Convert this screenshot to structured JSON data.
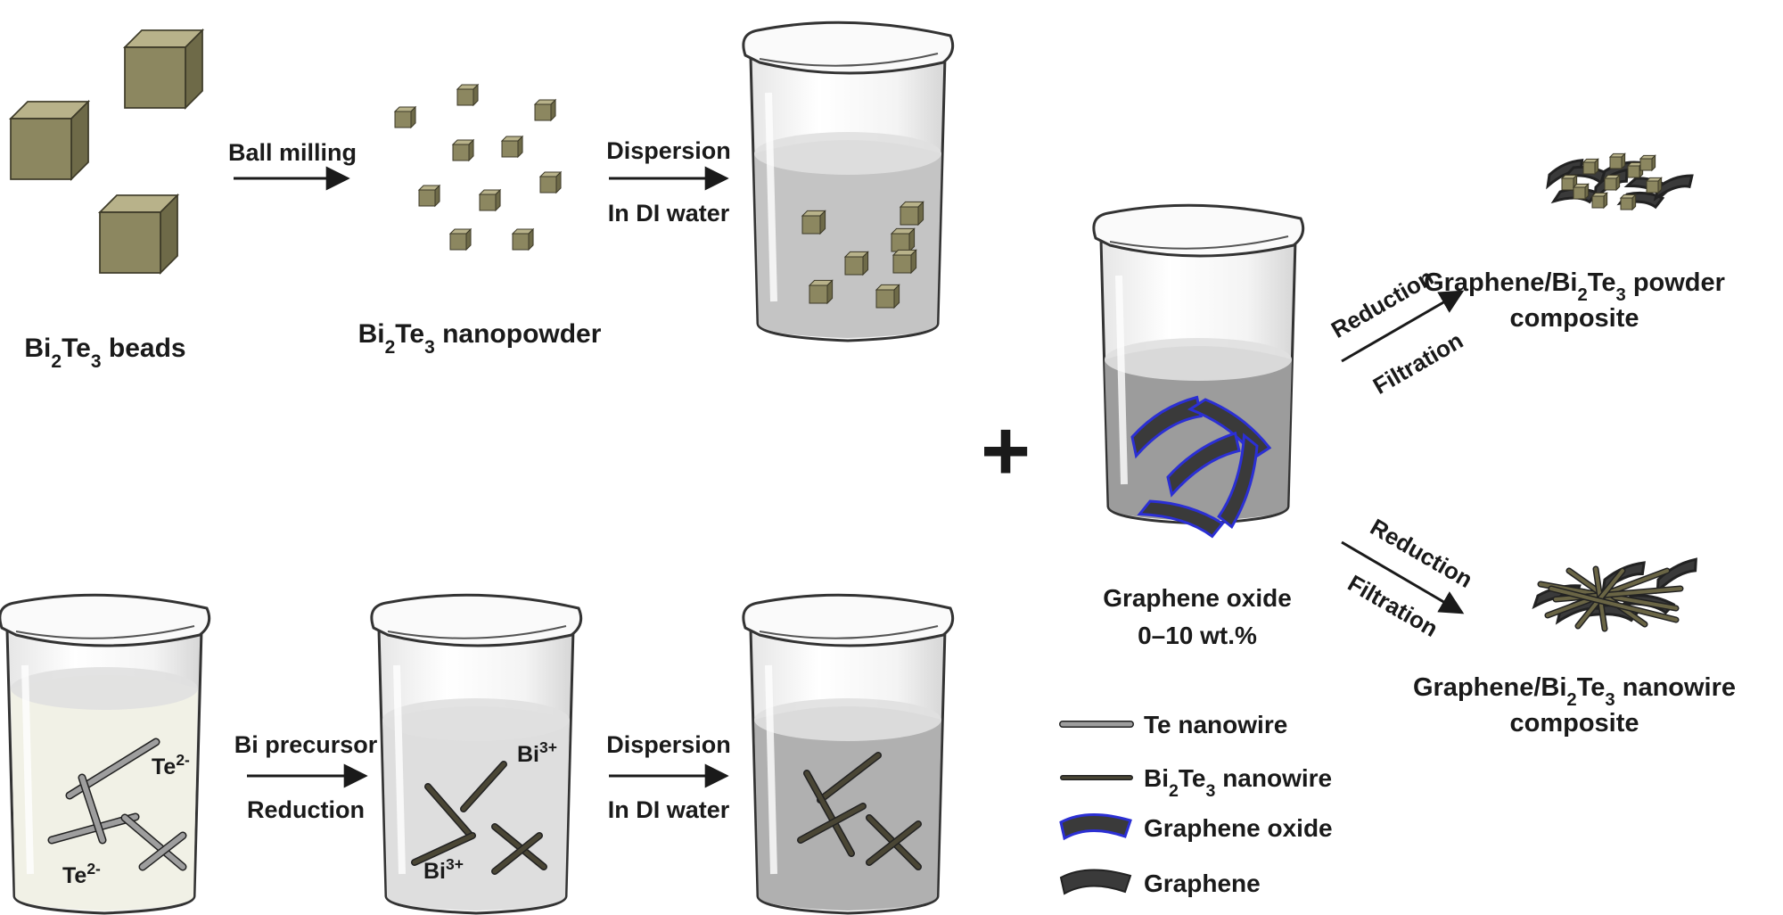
{
  "colors": {
    "cube_front": "#8c8760",
    "cube_top": "#b8b28a",
    "cube_side": "#6e6a48",
    "graphene_oxide_edge": "#2b2fd4",
    "graphene": "#3a3a3a",
    "te_nanowire": "#9e9e9e",
    "bi2te3_nanowire": "#4a4635"
  },
  "labels": {
    "beads": {
      "pre": "Bi",
      "sub1": "2",
      "mid": "Te",
      "sub2": "3",
      "post": " beads"
    },
    "nanopowder": {
      "pre": "Bi",
      "sub1": "2",
      "mid": "Te",
      "sub2": "3",
      "post": " nanopowder"
    },
    "ball_milling": "Ball milling",
    "dispersion_top": "Dispersion",
    "di_water_top": "In DI water",
    "bi_precursor": "Bi precursor",
    "reduction_bottom": "Reduction",
    "dispersion_bottom": "Dispersion",
    "di_water_bottom": "In DI water",
    "plus": "+",
    "graphene_oxide_line1": "Graphene oxide",
    "graphene_oxide_line2": "0–10 wt.%",
    "reduction_upper": "Reduction",
    "filtration_upper": "Filtration",
    "reduction_lower": "Reduction",
    "filtration_lower": "Filtration",
    "powder_composite_line1": {
      "pre": "Graphene/Bi",
      "sub1": "2",
      "mid": "Te",
      "sub2": "3",
      "post": " powder"
    },
    "powder_composite_line2": "composite",
    "nanowire_composite_line1": {
      "pre": "Graphene/Bi",
      "sub1": "2",
      "mid": "Te",
      "sub2": "3",
      "post": " nanowire"
    },
    "nanowire_composite_line2": "composite",
    "te_ion_1": {
      "base": "Te",
      "sup": "2-"
    },
    "te_ion_2": {
      "base": "Te",
      "sup": "2-"
    },
    "bi_ion_1": {
      "base": "Bi",
      "sup": "3+"
    },
    "bi_ion_2": {
      "base": "Bi",
      "sup": "3+"
    }
  },
  "legend": [
    {
      "type": "te-nanowire",
      "label": {
        "pre": "Te nanowire"
      }
    },
    {
      "type": "bi2te3-nanowire",
      "label": {
        "pre": "Bi",
        "sub1": "2",
        "mid": "Te",
        "sub2": "3",
        "post": " nanowire"
      }
    },
    {
      "type": "graphene-oxide",
      "label": {
        "pre": "Graphene oxide"
      }
    },
    {
      "type": "graphene",
      "label": {
        "pre": "Graphene"
      }
    }
  ]
}
